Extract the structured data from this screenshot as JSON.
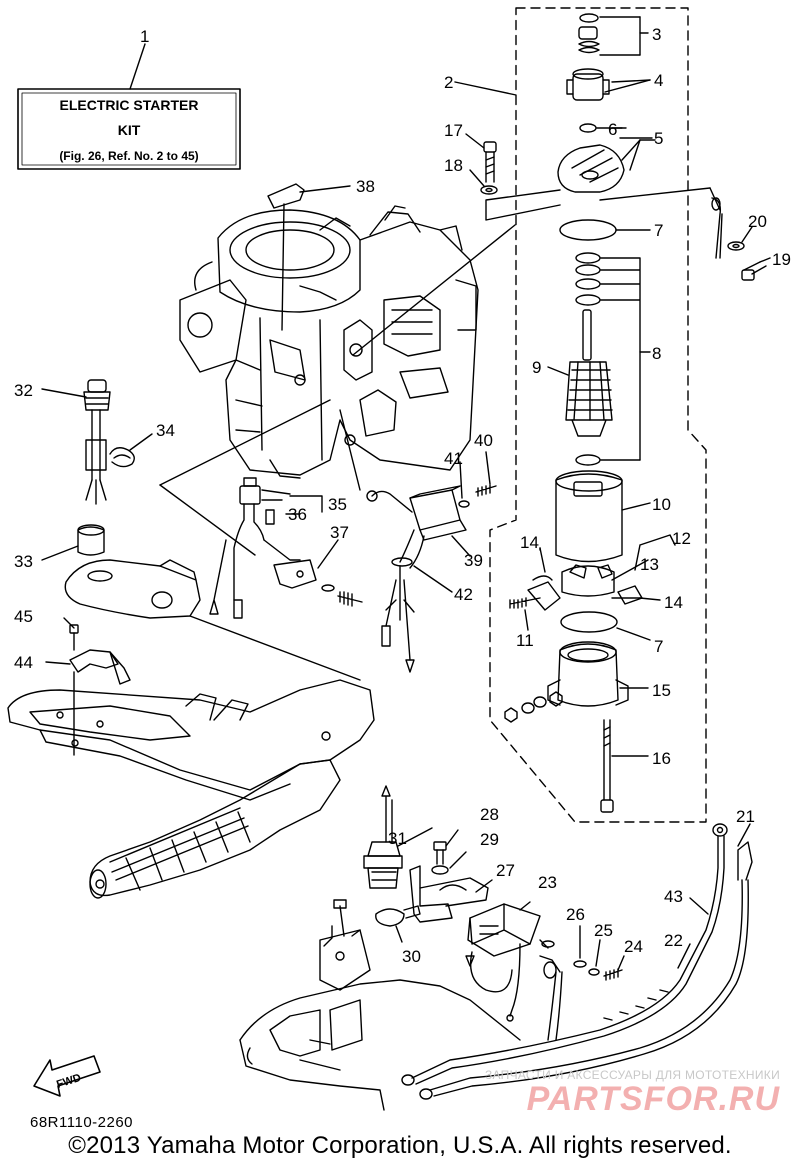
{
  "kit_box": {
    "line1": "ELECTRIC STARTER",
    "line2": "KIT",
    "line3": "(Fig. 26, Ref. No. 2 to 45)"
  },
  "callouts": [
    "1",
    "2",
    "3",
    "4",
    "5",
    "6",
    "7",
    "8",
    "9",
    "10",
    "11",
    "12",
    "13",
    "14",
    "15",
    "16",
    "17",
    "18",
    "19",
    "20",
    "21",
    "22",
    "23",
    "24",
    "25",
    "26",
    "27",
    "28",
    "29",
    "30",
    "31",
    "32",
    "33",
    "34",
    "35",
    "36",
    "37",
    "38",
    "39",
    "40",
    "41",
    "42",
    "43",
    "44",
    "45"
  ],
  "labels": {
    "c7b": "7",
    "c14b": "14",
    "fwd": "FWD"
  },
  "footer": {
    "part_code": "68R1110-2260",
    "copyright": "©2013 Yamaha Motor Corporation, U.S.A. All rights reserved."
  },
  "watermark": {
    "tagline": "ЗАПЧАСТИ И АКСЕССУАРЫ ДЛЯ МОТОТЕХНИКИ",
    "logo": "PARTSFOR.RU"
  },
  "colors": {
    "line": "#000000",
    "watermark_text": "#c8c8c8",
    "watermark_logo": "#f3b0b0"
  }
}
